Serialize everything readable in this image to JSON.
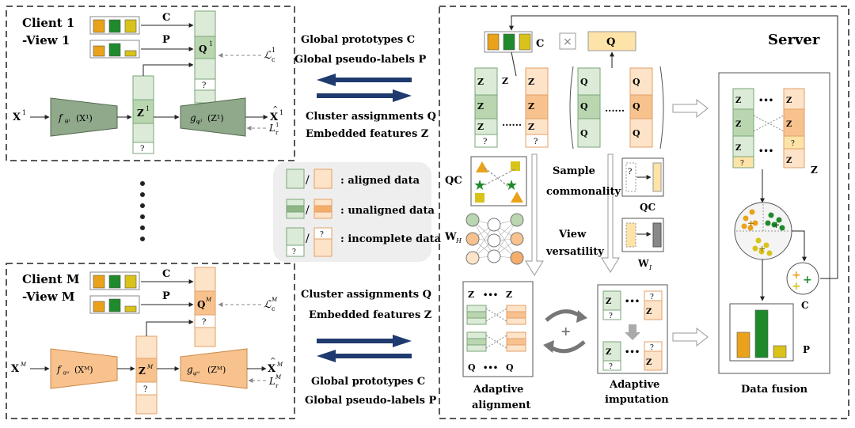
{
  "client1": {
    "title_line1": "Client 1",
    "title_line2": "-View 1"
  },
  "clientM": {
    "title_line1": "Client M",
    "title_line2": "-View M"
  },
  "sym": {
    "C": "C",
    "P": "P",
    "Q": "Q",
    "Z": "Z",
    "X": "X",
    "q": "?",
    "Lc1": "ℒ",
    "Lr1": "L",
    "WH": "W",
    "WI": "W",
    "QC": "QC",
    "dots": "•••",
    "dots2": "......",
    "encoder1": "f",
    "decoder1": "g",
    "encoderM": "f",
    "decoderM": "g"
  },
  "mid_top": {
    "line1": "Global prototypes C",
    "line2": "Global pseudo-labels P",
    "line3": "Cluster assignments Q",
    "line4": "Embedded features Z"
  },
  "mid_bottom": {
    "line1": "Cluster assignments Q",
    "line2": "Embedded features Z",
    "line3": "Global prototypes C",
    "line4": "Global pseudo-labels P"
  },
  "legend": {
    "aligned": ": aligned data",
    "unaligned": ": unaligned data",
    "incomplete": ": incomplete data"
  },
  "server": {
    "title": "Server",
    "sample_commonality": [
      "Sample",
      "commonality"
    ],
    "view_versatility": [
      "View",
      "versatility"
    ],
    "adaptive_alignment": [
      "Adaptive",
      "alignment"
    ],
    "adaptive_imputation": [
      "Adaptive",
      "imputation"
    ],
    "data_fusion": "Data fusion"
  },
  "colors": {
    "green_light": "#dcebd7",
    "green_mid": "#b9d6b0",
    "green_dark": "#4f8a4f",
    "orange_light": "#fde3c8",
    "orange_mid": "#f8c28e",
    "orange_dark": "#e08a2c",
    "bar_orange": "#e9a21a",
    "bar_green": "#1f8a2c",
    "bar_yellow": "#d9c21a",
    "navy": "#1f3a6e",
    "encoder_green": "#8fa98a"
  }
}
